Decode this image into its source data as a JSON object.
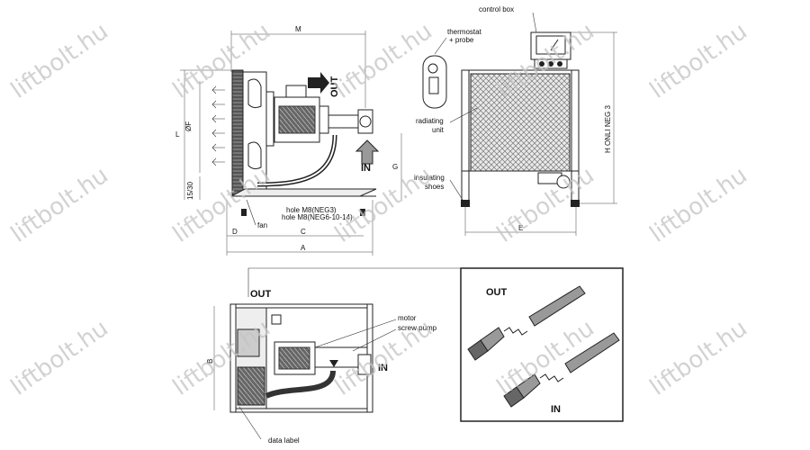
{
  "watermark": "liftbolt.hu",
  "side_view": {
    "dim_m": "M",
    "dim_l": "L",
    "dim_f": "ØF",
    "dim_g": "G",
    "dim_15_30": "15/30",
    "dim_d": "D",
    "dim_c": "C",
    "dim_a": "A",
    "out": "OUT",
    "in": "IN",
    "fan": "fan",
    "hole_1": "hole M8(NEG3)",
    "hole_2": "hole M8(NEG6-10-14)"
  },
  "probe": {
    "label_1": "thermostat",
    "label_2": "+ probe"
  },
  "front_view": {
    "control_box": "control box",
    "radiating_1": "radiating",
    "radiating_2": "unit",
    "insulating_1": "insulating",
    "insulating_2": "shoes",
    "dim_e": "E",
    "dim_h": "H ONLI NEG 3"
  },
  "top_view": {
    "out": "OUT",
    "in": "IN",
    "motor": "motor",
    "screw_pump": "screw pump",
    "dim_b": "B",
    "data_label": "data label"
  },
  "detail": {
    "out": "OUT",
    "in": "IN"
  }
}
